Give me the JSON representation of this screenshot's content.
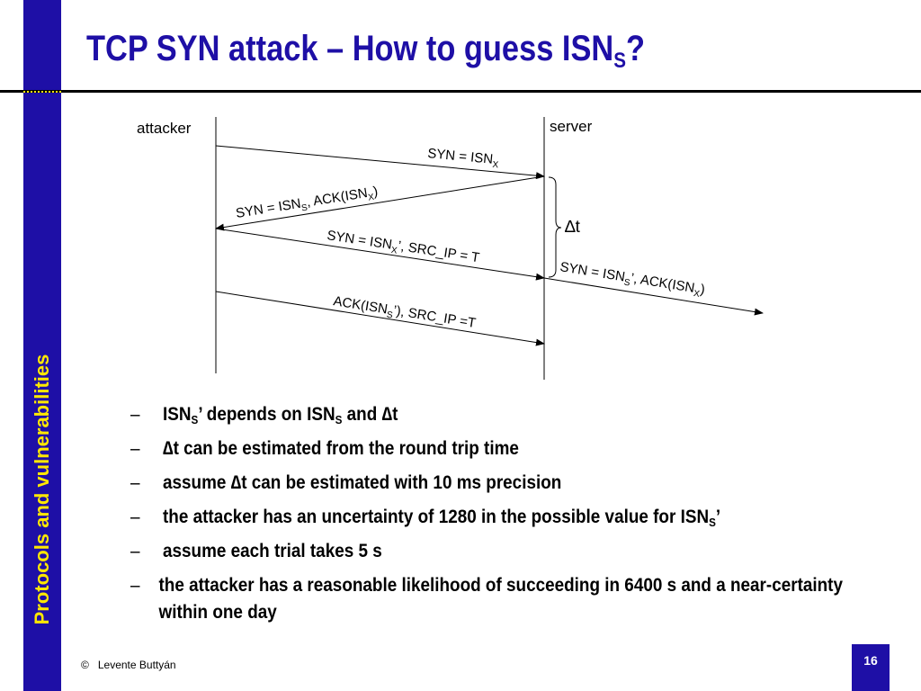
{
  "sidebar": {
    "label": "Protocols and vulnerabilities"
  },
  "title": {
    "main": "TCP SYN attack – How to guess ISN",
    "sub": "S",
    "tail": "?"
  },
  "diagram": {
    "left_actor": "attacker",
    "right_actor": "server",
    "delta_label": "∆t",
    "messages": [
      {
        "parts": [
          "SYN = ISN",
          "X"
        ]
      },
      {
        "parts": [
          "SYN = ISN",
          "S",
          ", ACK(ISN",
          "X",
          ")"
        ]
      },
      {
        "parts": [
          "SYN = ISN",
          "X",
          "’, SRC_IP = T"
        ]
      },
      {
        "parts": [
          "SYN = ISN",
          "S",
          "’, ACK(ISN",
          "X",
          ")"
        ]
      },
      {
        "parts": [
          "ACK(ISN",
          "S",
          "’), SRC_IP =T"
        ]
      }
    ]
  },
  "bullets": [
    {
      "parts": [
        "ISN",
        "S",
        "’ depends on ISN",
        "S",
        " and ",
        "∆",
        "t"
      ]
    },
    {
      "parts": [
        "∆",
        "t can be estimated from the round trip time"
      ]
    },
    {
      "parts": [
        "assume ",
        "∆",
        "t can be estimated with 10 ms precision"
      ]
    },
    {
      "parts": [
        "the attacker has an uncertainty of 1280 in the possible value for ISN",
        "S",
        "’"
      ]
    },
    {
      "parts": [
        "assume each trial takes 5 s"
      ]
    },
    {
      "parts": [
        "the attacker has a reasonable likelihood of succeeding in 6400 s and a near-certainty within one day"
      ]
    }
  ],
  "dash": "–",
  "footer": {
    "copyright": "©",
    "author": "Levente Buttyán"
  },
  "page_number": "16",
  "colors": {
    "accent": "#1e0fa6",
    "sidebar_text": "#ffe800"
  }
}
